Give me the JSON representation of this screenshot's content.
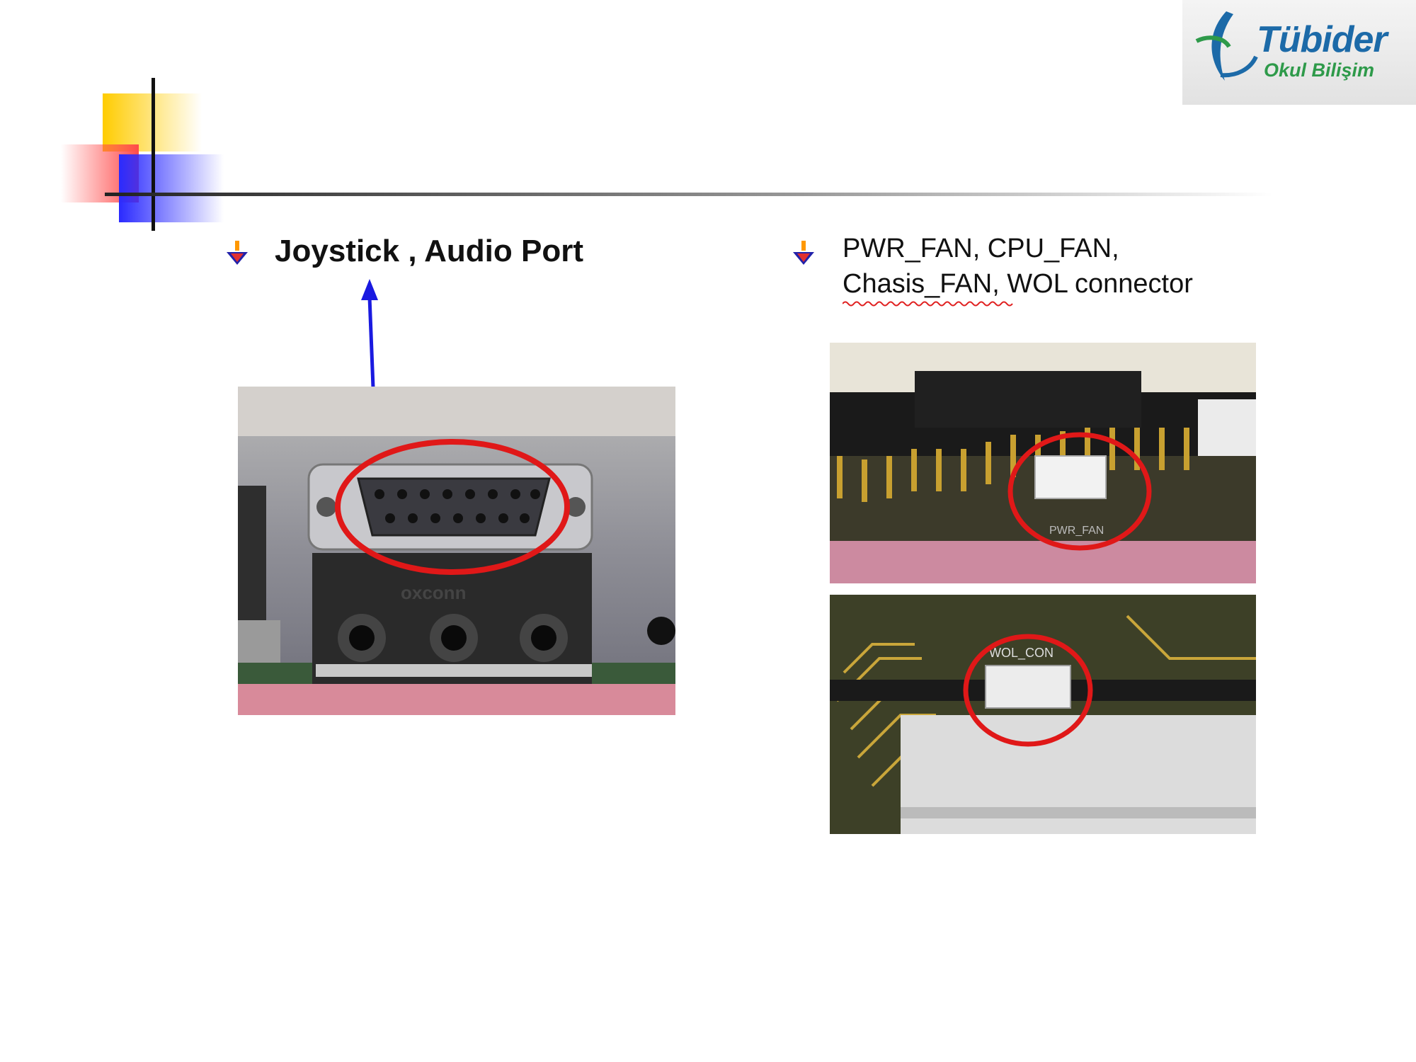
{
  "logo": {
    "name": "Tübider",
    "subtitle": "Okul Bilişim"
  },
  "left": {
    "bullet": "Joystick , Audio Port",
    "photo_text": "oxconn"
  },
  "right": {
    "bullet_line1": "PWR_FAN, CPU_FAN,",
    "bullet_line2": "Chasis_FAN, WOL connector",
    "photo_top_label": "PWR_FAN",
    "photo_bottom_label": "WOL_CON"
  },
  "colors": {
    "accent_yellow": "#ffcc00",
    "accent_red": "#ff4a4a",
    "accent_blue": "#2a2aff",
    "highlight_circle": "#e01818",
    "arrow": "#1a1ae0",
    "logo_blue": "#1c6aa8",
    "logo_green": "#2e9a4a"
  }
}
